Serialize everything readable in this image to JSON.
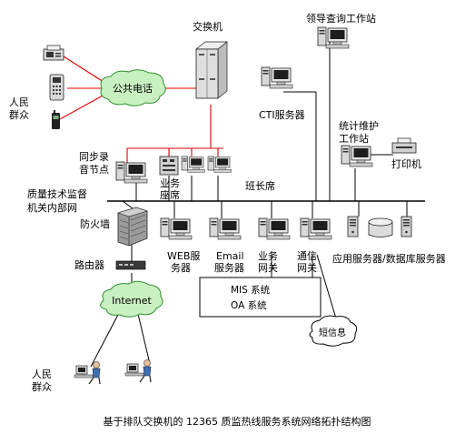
{
  "labels": {
    "switch": "交换机",
    "leader_workstation": "领导查询工作站",
    "cti_server": "CTI服务器",
    "public_phone": "公共电话",
    "people_top_1": "人民",
    "people_top_2": "群众",
    "stats_workstation_1": "统计维护",
    "stats_workstation_2": "工作站",
    "printer": "打印机",
    "sync_record_1": "同步录",
    "sync_record_2": "音节点",
    "business_seat_1": "业务",
    "business_seat_2": "座席",
    "team_leader_seat": "班长席",
    "quality_network_1": "质量技术监督",
    "quality_network_2": "机关内部网",
    "firewall": "防火墙",
    "web_server_1": "WEB服",
    "web_server_2": "务器",
    "email_server_1": "Email",
    "email_server_2": "服务器",
    "business_gateway_1": "业务",
    "business_gateway_2": "网关",
    "comm_gateway_1": "通信",
    "comm_gateway_2": "网关",
    "app_db_server": "应用服务器/数据库服务器",
    "router": "路由器",
    "mis_system": "MIS 系统",
    "oa_system": "OA 系统",
    "internet": "Internet",
    "sms": "短信息",
    "people_bottom_1": "人民",
    "people_bottom_2": "群众",
    "caption": "基于排队交换机的 12365 质监热线服务系统网络拓扑结构图"
  },
  "colors": {
    "phone_link": "#e00000",
    "cloud_fill": "#c8f0c0",
    "cloud_stroke": "#2f8f2f",
    "line": "#000000"
  },
  "icons": {
    "fax": "fax-icon",
    "telephone": "telephone-icon",
    "mobile": "mobile-phone-icon",
    "switch": "switch-cabinet-icon",
    "workstation": "computer-workstation-icon",
    "server": "tower-server-icon",
    "printer": "printer-icon",
    "firewall": "firewall-icon",
    "router": "router-icon",
    "database": "database-icon",
    "user": "person-at-computer-icon"
  }
}
